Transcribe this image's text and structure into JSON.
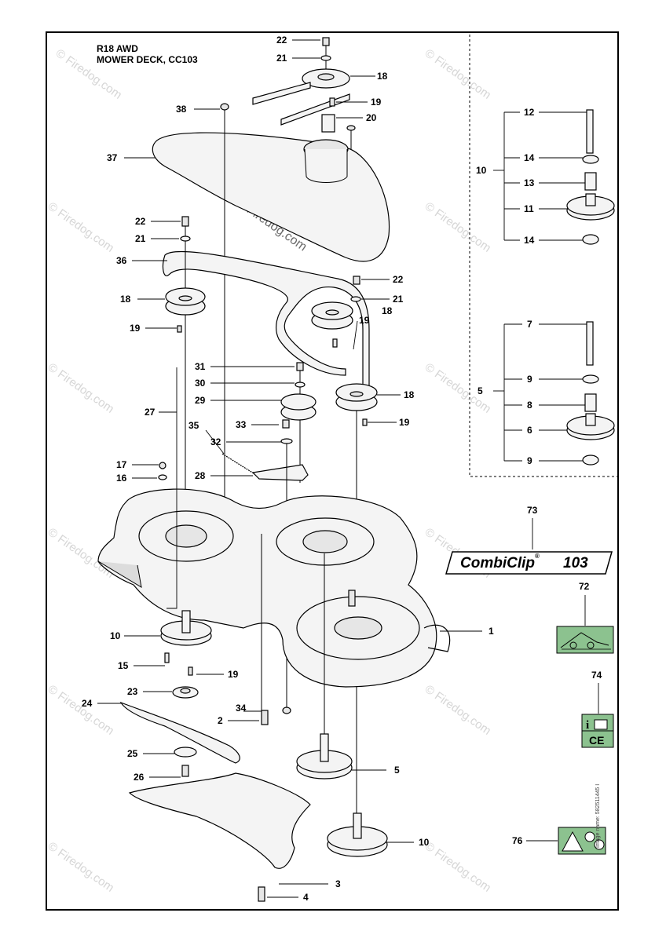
{
  "header": {
    "model": "R18 AWD",
    "section": "MOWER DECK, CC103"
  },
  "watermark": {
    "text": "© Firedog.com",
    "center_text": "© Firedog.com"
  },
  "labels": {
    "p1": "1",
    "p2": "2",
    "p3": "3",
    "p4": "4",
    "p5_inset": "5",
    "p5": "5",
    "p6": "6",
    "p7": "7",
    "p8": "8",
    "p9a": "9",
    "p9b": "9",
    "p10_inset": "10",
    "p10_left": "10",
    "p10_bottom": "10",
    "p11": "11",
    "p12": "12",
    "p13": "13",
    "p14a": "14",
    "p14b": "14",
    "p15": "15",
    "p16": "16",
    "p17": "17",
    "p18a": "18",
    "p18b": "18",
    "p18c": "18",
    "p18d": "18",
    "p19a": "19",
    "p19b": "19",
    "p19c": "19",
    "p19d": "19",
    "p19e": "19",
    "p20": "20",
    "p21a": "21",
    "p21b": "21",
    "p21c": "21",
    "p22a": "22",
    "p22b": "22",
    "p22c": "22",
    "p23": "23",
    "p24": "24",
    "p25": "25",
    "p26": "26",
    "p27": "27",
    "p28": "28",
    "p29": "29",
    "p30": "30",
    "p31": "31",
    "p32": "32",
    "p33": "33",
    "p34": "34",
    "p35": "35",
    "p36": "36",
    "p37": "37",
    "p38": "38",
    "p72": "72",
    "p73": "73",
    "p74": "74",
    "p76": "76"
  },
  "decal": {
    "brand": "CombiClip",
    "reg": "®",
    "number": "103"
  },
  "decal74": {
    "info": "i",
    "ce": "CE"
  },
  "colors": {
    "decal_green": "#8cc28f",
    "decal_border": "#000000",
    "watermark": "#d6d6d6"
  },
  "footer": {
    "code": "Image name: 582511445 I"
  }
}
